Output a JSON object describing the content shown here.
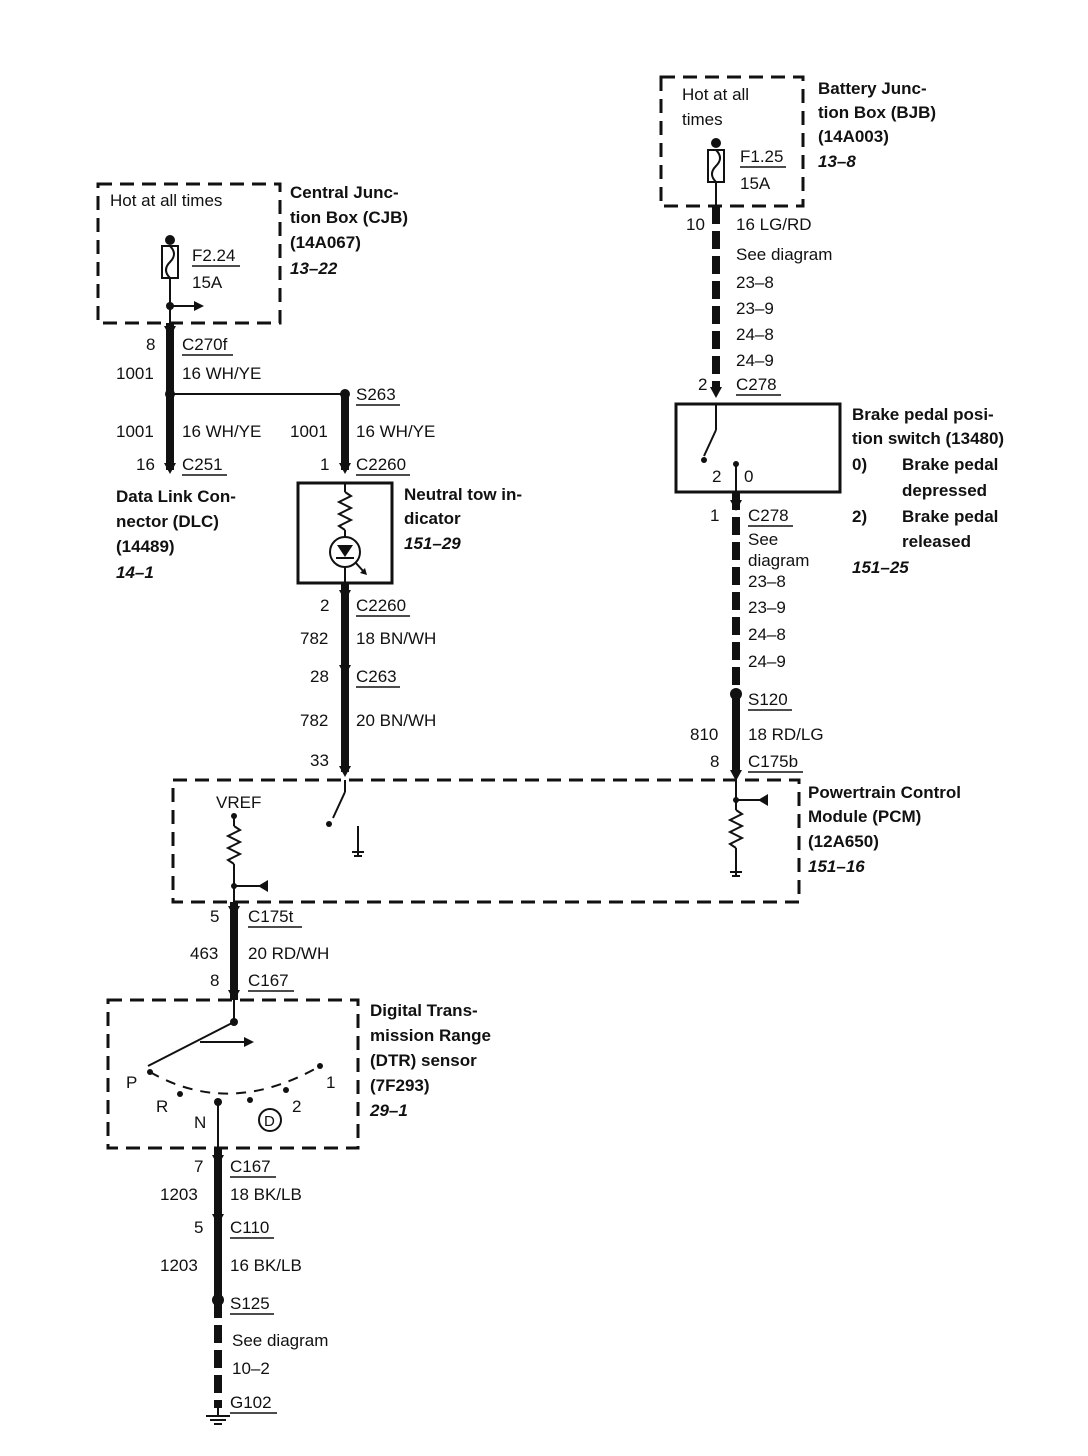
{
  "bjb": {
    "hot": [
      "Hot at all",
      "times"
    ],
    "fuse_id": "F1.25",
    "fuse_amp": "15A",
    "name": [
      "Battery Junc-",
      "tion Box (BJB)",
      "(14A003)"
    ],
    "ref": "13–8"
  },
  "cjb": {
    "hot": "Hot at all times",
    "fuse_id": "F2.24",
    "fuse_amp": "15A",
    "name": [
      "Central Junc-",
      "tion Box (CJB)",
      "(14A067)"
    ],
    "ref": "13–22"
  },
  "right_upper": {
    "pin": "10",
    "wire": "16 LG/RD",
    "see": "See diagram",
    "refs": [
      "23–8",
      "23–9",
      "24–8",
      "24–9"
    ],
    "c278_pin": "2",
    "c278": "C278"
  },
  "brake": {
    "name": [
      "Brake pedal posi-",
      "tion switch (13480)"
    ],
    "state0_num": "0)",
    "state0": [
      "Brake pedal",
      "depressed"
    ],
    "state2_num": "2)",
    "state2": [
      "Brake pedal",
      "released"
    ],
    "ref": "151–25",
    "pos2": "2",
    "pos0": "0"
  },
  "right_lower": {
    "c278_pin": "1",
    "c278": "C278",
    "see": [
      "See",
      "diagram"
    ],
    "refs": [
      "23–8",
      "23–9",
      "24–8",
      "24–9"
    ],
    "splice": "S120",
    "circuit": "810",
    "wire": "18 RD/LG",
    "c175b_pin": "8",
    "c175b": "C175b"
  },
  "left_upper": {
    "c270f_pin": "8",
    "c270f": "C270f",
    "circuit1": "1001",
    "wire1": "16 WH/YE",
    "circuit2": "1001",
    "wire2": "16 WH/YE",
    "c251_pin": "16",
    "c251": "C251"
  },
  "dlc": {
    "name": [
      "Data Link Con-",
      "nector (DLC)",
      "(14489)"
    ],
    "ref": "14–1"
  },
  "mid": {
    "splice": "S263",
    "circuit1": "1001",
    "wire1": "16 WH/YE",
    "c2260_pin1": "1",
    "c2260_a": "C2260",
    "c2260_pin2": "2",
    "c2260_b": "C2260",
    "circuit2": "782",
    "wire2": "18 BN/WH",
    "c263_pin": "28",
    "c263": "C263",
    "circuit3": "782",
    "wire3": "20 BN/WH",
    "pcm_pin": "33"
  },
  "neutral": {
    "name": [
      "Neutral tow in-",
      "dicator"
    ],
    "ref": "151–29"
  },
  "pcm": {
    "vref": "VREF",
    "name": [
      "Powertrain Control",
      "Module (PCM)",
      "(12A650)"
    ],
    "ref": "151–16"
  },
  "lower": {
    "c175t_pin": "5",
    "c175t": "C175t",
    "circuit": "463",
    "wire": "20 RD/WH",
    "c167_pin": "8",
    "c167": "C167"
  },
  "dtr": {
    "name": [
      "Digital Trans-",
      "mission Range",
      "(DTR) sensor",
      "(7F293)"
    ],
    "ref": "29–1",
    "positions": [
      "P",
      "R",
      "N",
      "D",
      "2",
      "1"
    ]
  },
  "bottom": {
    "c167_pin": "7",
    "c167": "C167",
    "circuit1": "1203",
    "wire1": "18 BK/LB",
    "c110_pin": "5",
    "c110": "C110",
    "circuit2": "1203",
    "wire2": "16 BK/LB",
    "splice": "S125",
    "see": "See diagram",
    "see_ref": "10–2",
    "ground": "G102"
  }
}
